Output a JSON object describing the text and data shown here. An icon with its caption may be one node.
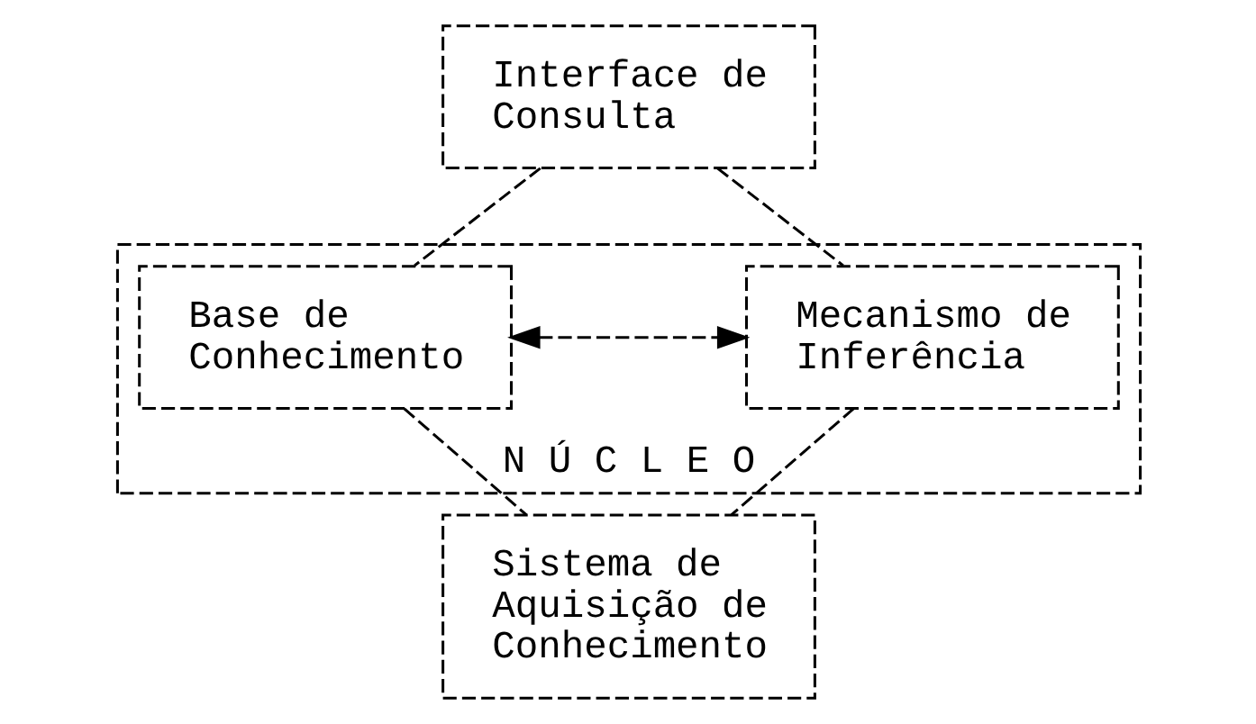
{
  "diagram": {
    "nodes": [
      {
        "text": [
          "Interface de Consulta"
        ]
      },
      {
        "text": [
          "N Ú C L E O"
        ]
      },
      {
        "text": [
          "Base de Conhecimento"
        ],
        "in": 1
      },
      {
        "text": [
          "Mecanismo de Inferência"
        ],
        "in": 1
      },
      {
        "text": [
          "Sistema de Aquisição de Conhecimento"
        ]
      }
    ],
    "edges": [
      {
        "from": 0,
        "to": 2,
        "arrow": "none"
      },
      {
        "from": 0,
        "to": 3,
        "arrow": "none"
      },
      {
        "from": 2,
        "to": 3,
        "arrow": "both"
      },
      {
        "from": 2,
        "to": 4,
        "arrow": "none"
      },
      {
        "from": 3,
        "to": 4,
        "arrow": "none"
      }
    ]
  }
}
